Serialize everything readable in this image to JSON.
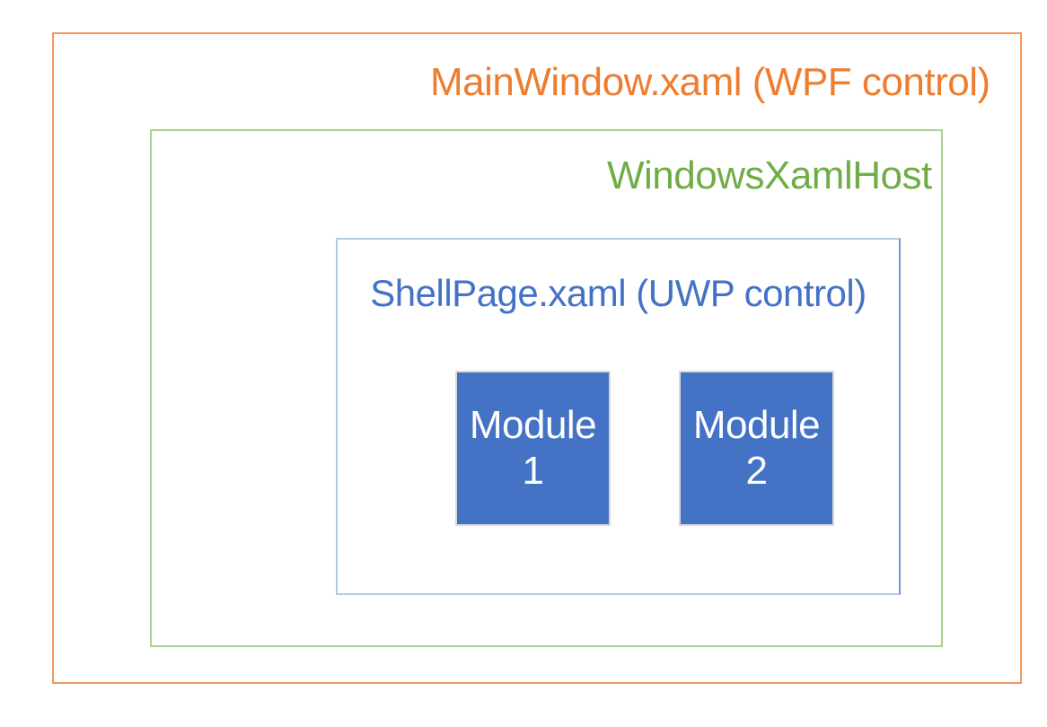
{
  "page": {
    "background_color": "#FFFFFF"
  },
  "boxes": {
    "main_window": {
      "label": "MainWindow.xaml (WPF control)",
      "text_color": "#ED7D31",
      "border_color": "#F0995F"
    },
    "xaml_host": {
      "label": "WindowsXamlHost",
      "text_color": "#70AD47",
      "border_color": "#A9D18E"
    },
    "shell_page": {
      "label": "ShellPage.xaml (UWP control)",
      "text_color": "#4472C4",
      "border_color": "#B4C7E7"
    }
  },
  "modules": [
    {
      "name": "Module 1",
      "line1": "Module",
      "line2": "1",
      "fill_color": "#4472C4",
      "border_color": "#D9D9D9",
      "text_color": "#FFFFFF"
    },
    {
      "name": "Module 2",
      "line1": "Module",
      "line2": "2",
      "fill_color": "#4472C4",
      "border_color": "#D9D9D9",
      "text_color": "#FFFFFF"
    }
  ]
}
